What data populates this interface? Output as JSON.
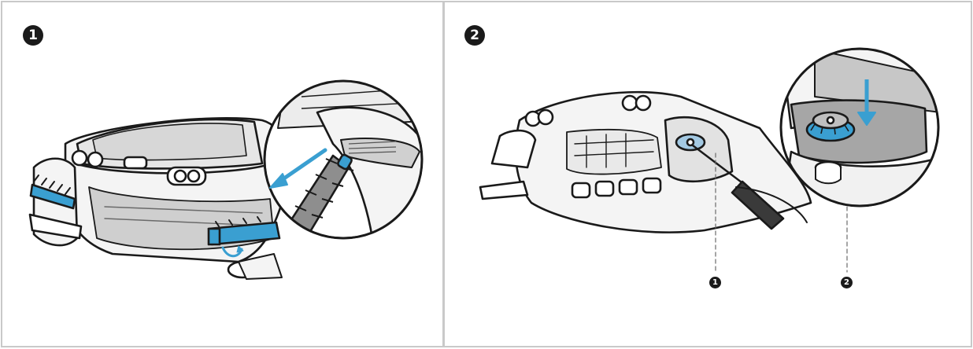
{
  "steps": [
    {
      "number": "1",
      "illustration": "remove-side-brush"
    },
    {
      "number": "2",
      "illustration": "unscrew-brush-mount"
    }
  ],
  "callouts": [
    "1",
    "2"
  ],
  "colors": {
    "accent": "#3a9fd1",
    "outline": "#1a1a1a",
    "fill": "#f4f4f4",
    "shade": "#a6a6a6",
    "border": "#c9c9c9"
  },
  "icons": {
    "arrow": "arrow-icon",
    "rotate": "rotate-arrow-icon",
    "screwdriver": "screwdriver-icon"
  }
}
